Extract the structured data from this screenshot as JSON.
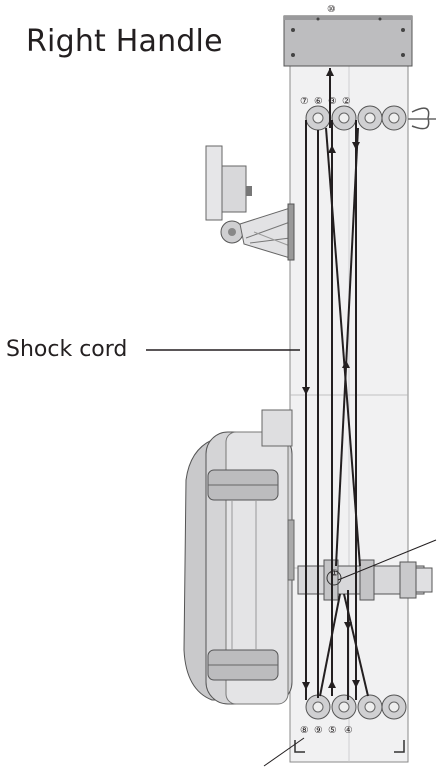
{
  "title": "Right Handle",
  "callout_label": "Shock cord",
  "pulley_numbers_top": [
    "⑦",
    "⑥",
    "③",
    "②"
  ],
  "pulley_numbers_bottom": [
    "⑧",
    "⑨",
    "⑤",
    "④"
  ],
  "anchor_number": "⑩",
  "center_number": "①",
  "colors": {
    "line": "#231f20",
    "frame_fill": "#f1f1f2",
    "frame_stroke": "#8a8a8a",
    "wheel_fill": "#d4d4d6"
  }
}
